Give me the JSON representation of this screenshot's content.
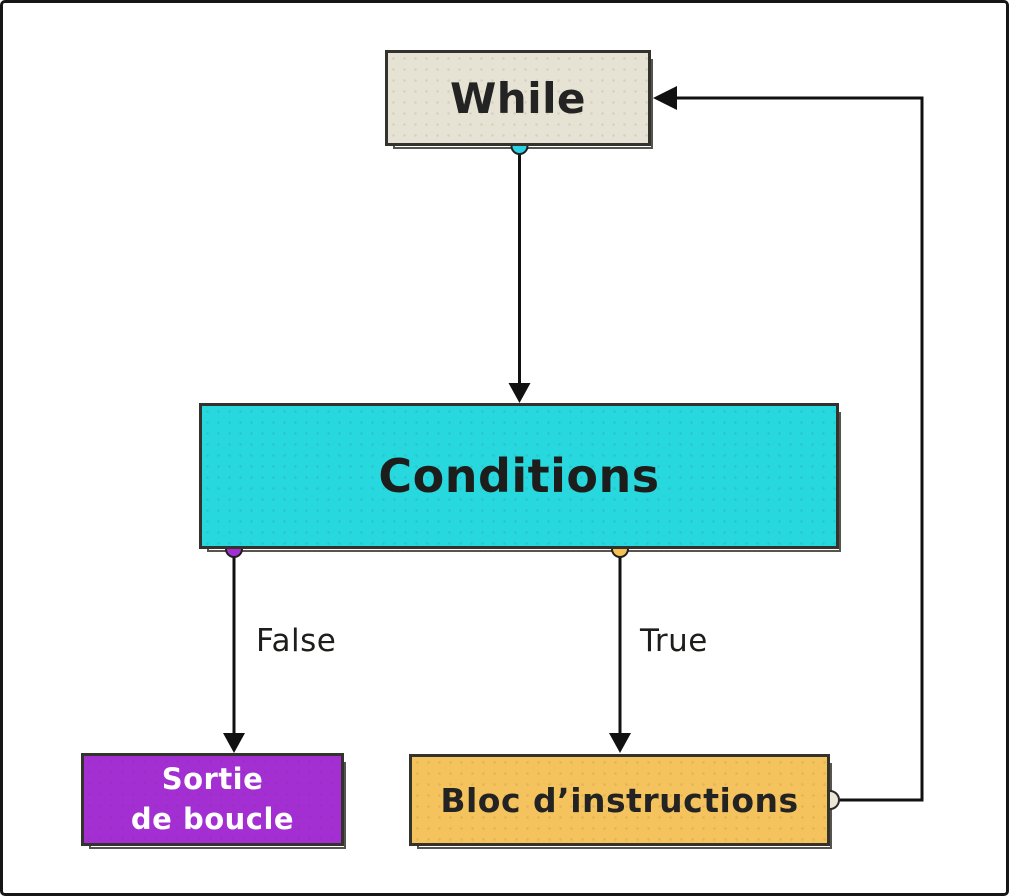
{
  "diagram": {
    "background_color": "#ffffff",
    "frame_color": "#161616",
    "line_color": "#111111",
    "nodes": {
      "while": {
        "label": "While",
        "fill": "#e7e3d4",
        "border": "#33322c",
        "text_color": "#232323"
      },
      "conditions": {
        "label": "Conditions",
        "fill": "#27d8de",
        "border": "#33322c",
        "text_color": "#1d1d1b"
      },
      "loop_exit": {
        "label": "Sortie\nde boucle",
        "fill": "#a32fd3",
        "border": "#33322c",
        "text_color": "#ffffff"
      },
      "instruction_block": {
        "label": "Bloc d’instructions",
        "fill": "#f5c35e",
        "border": "#33322c",
        "text_color": "#232323"
      }
    },
    "edge_labels": {
      "false": "False",
      "true": "True"
    },
    "connectors": {
      "while_bottom_dot": "#2ad1e2",
      "conditions_false_dot": "#a32fd3",
      "conditions_true_dot": "#f3c155",
      "block_right_dot": "#eae6d8"
    }
  }
}
